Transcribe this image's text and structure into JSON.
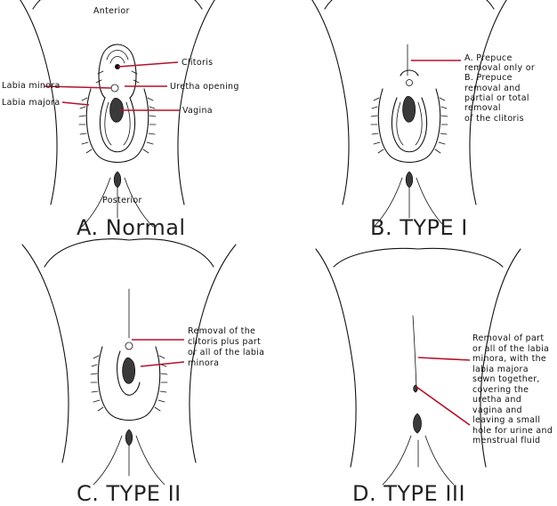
{
  "colors": {
    "leader_line": "#b3122a",
    "ink": "#111111",
    "background": "#ffffff"
  },
  "panels": {
    "a": {
      "caption": "A. Normal",
      "orientation_top": "Anterior",
      "orientation_bottom": "Posterior",
      "labels": {
        "clitoris": "Clitoris",
        "labia_minora": "Labia minora",
        "labia_majora": "Labia majora",
        "urethra": "Uretha opening",
        "vagina": "Vagina"
      }
    },
    "b": {
      "caption": "B. TYPE I",
      "description": [
        "A. Prepuce",
        "removal only or",
        "B. Prepuce",
        "removal and",
        "partial or total",
        "removal",
        "of the clitoris"
      ]
    },
    "c": {
      "caption": "C. TYPE II",
      "description": [
        "Removal of the",
        "clitoris plus part",
        "or all of the labia",
        "minora"
      ]
    },
    "d": {
      "caption": "D. TYPE III",
      "description": [
        "Removal of part",
        "or all of the labia",
        "minora, with the",
        "labia majora",
        "sewn together,",
        "covering the",
        "uretha and",
        "vagina and",
        "leaving a small",
        "hole for urine and",
        "menstrual fluid"
      ]
    }
  }
}
